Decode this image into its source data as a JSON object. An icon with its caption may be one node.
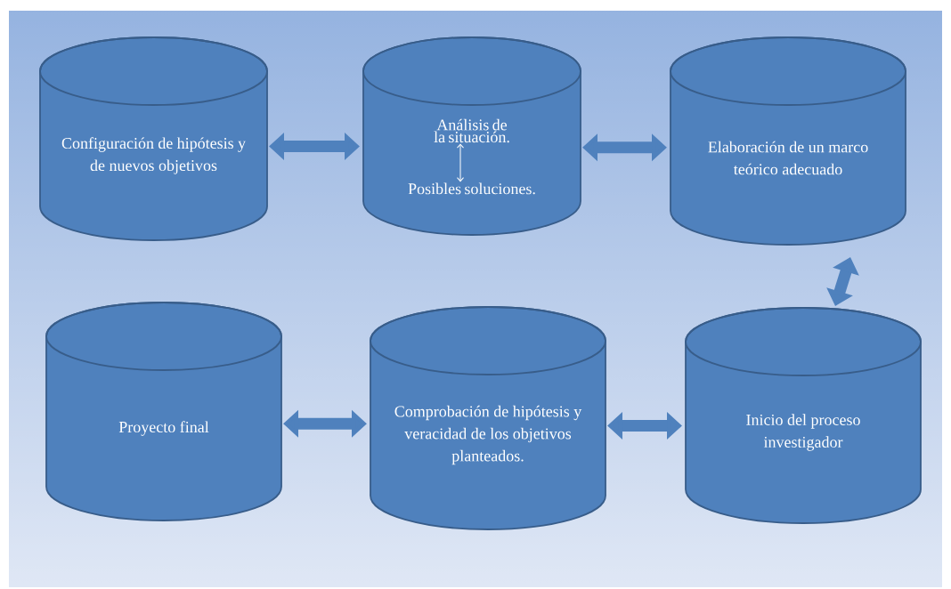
{
  "diagram": {
    "nodes": [
      {
        "text": [
          "Configuración de hipótesis y de nuevos objetivos"
        ]
      },
      {
        "text": [],
        "shape": "cylinder"
      },
      {
        "text": [
          "Análisis de la situación."
        ],
        "in": 1
      },
      {
        "text": [
          "Posibles soluciones."
        ],
        "in": 1
      },
      {
        "text": [
          "Elaboración de un marco teórico adecuado"
        ]
      },
      {
        "text": [
          "Proyecto final"
        ]
      },
      {
        "text": [
          "Comprobación de hipótesis y veracidad de los objetivos planteados."
        ]
      },
      {
        "text": [
          "Inicio del proceso investigador"
        ]
      }
    ],
    "edges": [
      {
        "from": 0,
        "to": 1,
        "arrow": "both"
      },
      {
        "from": 2,
        "to": 3,
        "arrow": "both",
        "color": "#ffffff"
      },
      {
        "from": 1,
        "to": 4,
        "arrow": "both"
      },
      {
        "from": 4,
        "to": 7,
        "arrow": "both"
      },
      {
        "from": 5,
        "to": 6,
        "arrow": "both"
      },
      {
        "from": 6,
        "to": 7,
        "arrow": "both"
      }
    ]
  }
}
